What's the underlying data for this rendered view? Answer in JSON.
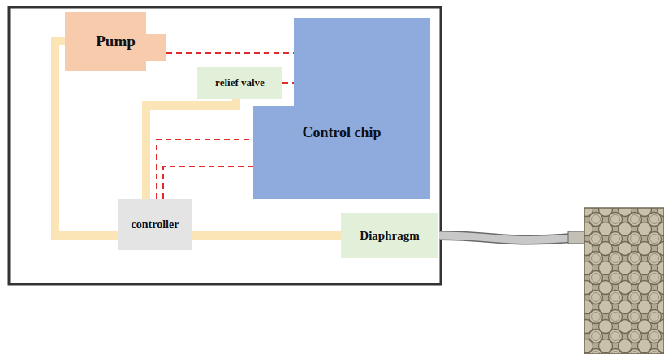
{
  "diagram": {
    "nodes": [
      {
        "text": [
          "Pump"
        ]
      },
      {
        "text": [
          "relief valve"
        ]
      },
      {
        "text": [
          "Control chip"
        ]
      },
      {
        "text": [
          "controller"
        ]
      },
      {
        "text": [
          "Diaphragm"
        ]
      }
    ],
    "edges": [
      {
        "from": 0,
        "to": 3,
        "arrow": "none"
      },
      {
        "from": 1,
        "to": 3,
        "arrow": "none"
      },
      {
        "from": 3,
        "to": 4,
        "arrow": "none"
      },
      {
        "from": 0,
        "to": 2,
        "arrow": "none"
      },
      {
        "from": 1,
        "to": 2,
        "arrow": "none"
      },
      {
        "from": 3,
        "to": 2,
        "arrow": "none"
      },
      {
        "from": 3,
        "to": 2,
        "arrow": "none"
      }
    ]
  }
}
